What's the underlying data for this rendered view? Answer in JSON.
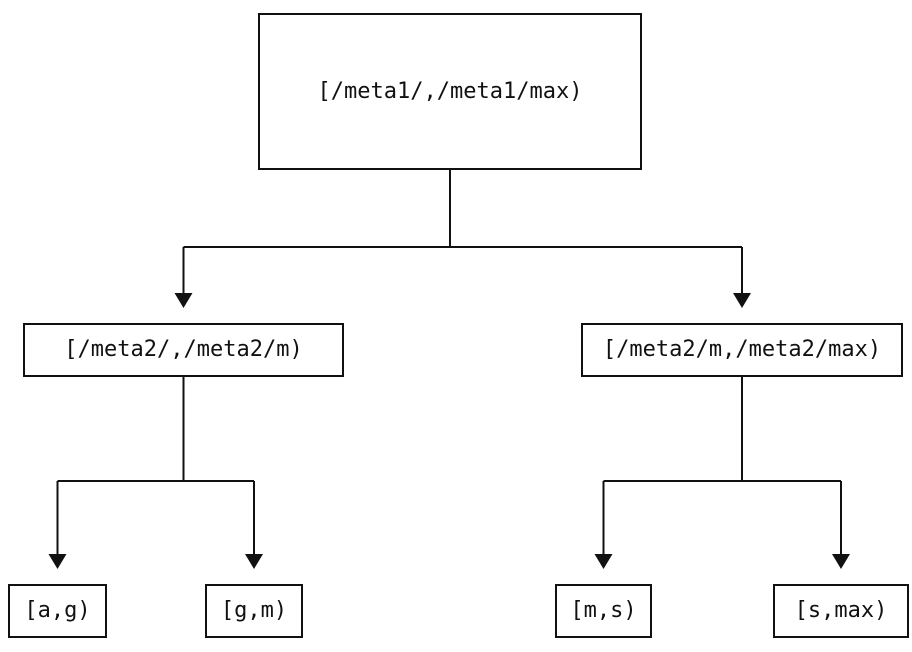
{
  "diagram": {
    "type": "tree",
    "background": "#ffffff",
    "line_color": "#111111",
    "text_color": "#111111",
    "root": {
      "label": "[/meta1/,/meta1/max)"
    },
    "children": [
      {
        "label": "[/meta2/,/meta2/m)",
        "children": [
          {
            "label": "[a,g)"
          },
          {
            "label": "[g,m)"
          }
        ]
      },
      {
        "label": "[/meta2/m,/meta2/max)",
        "children": [
          {
            "label": "[m,s)"
          },
          {
            "label": "[s,max)"
          }
        ]
      }
    ]
  }
}
